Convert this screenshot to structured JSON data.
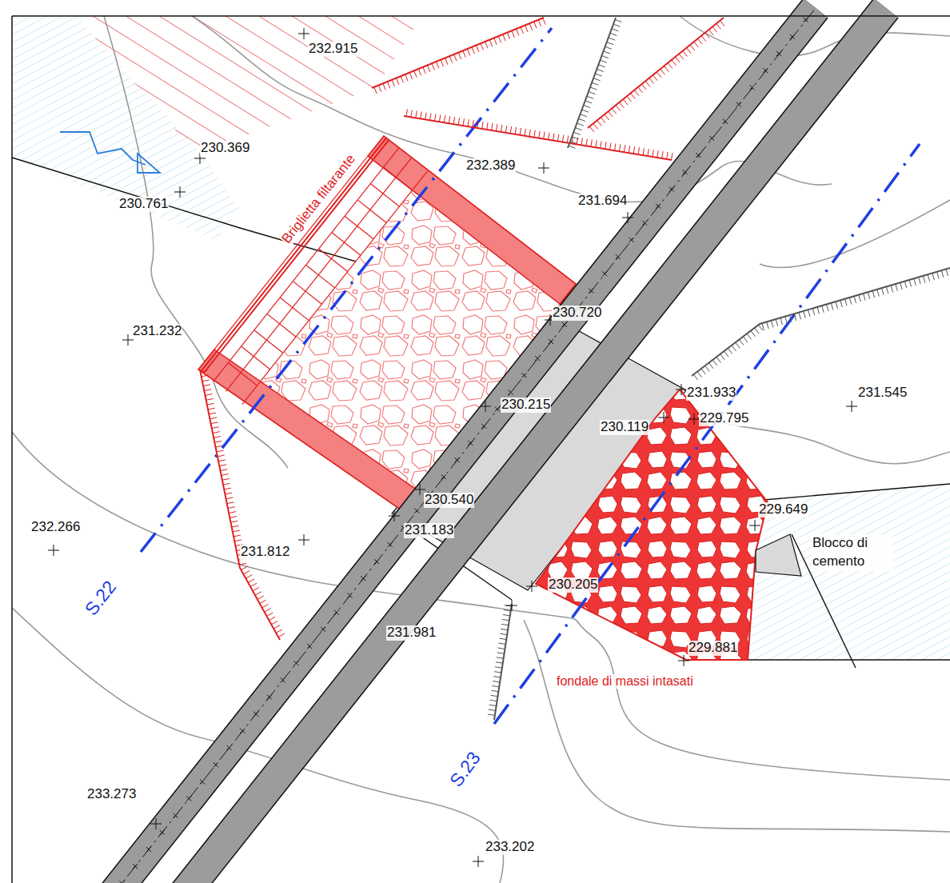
{
  "diagram": {
    "labels": [
      "232.915",
      "230.369",
      "230.761",
      "232.389",
      "231.694",
      "Briglietta filtarante",
      "231.232",
      "230.720",
      "230.215",
      "231.933",
      "231.545",
      "230.119",
      "229.795",
      "229.649",
      "Blocco di cemento",
      "230.540",
      "231.183",
      "232.266",
      "231.812",
      "230.205",
      "231.981",
      "229.881",
      "fondale di massi intasati",
      "S.22",
      "S.23",
      "233.273",
      "233.202"
    ]
  }
}
